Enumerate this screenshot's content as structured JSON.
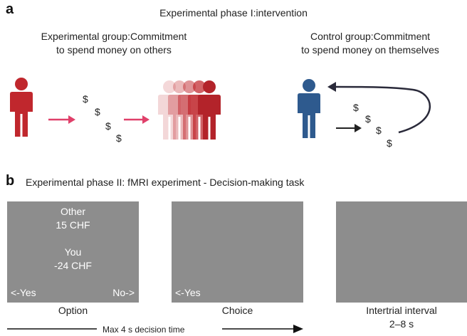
{
  "panel_a": {
    "letter": "a",
    "title": "Experimental phase I:intervention",
    "experimental": {
      "line1": "Experimental group:Commitment",
      "line2": "to spend money on others",
      "dollar_sign": "$",
      "color": "#c0272d"
    },
    "control": {
      "line1": "Control group:Commitment",
      "line2": "to spend money on themselves",
      "dollar_sign": "$",
      "color": "#2e5a8e"
    },
    "arrow_color": "#e0406a"
  },
  "panel_b": {
    "letter": "b",
    "title": "Experimental phase II: fMRI experiment - Decision-making task",
    "screens": [
      {
        "caption": "Option",
        "other_label": "Other",
        "other_value": "15 CHF",
        "you_label": "You",
        "you_value": "-24 CHF",
        "yes_label": "<-Yes",
        "no_label": "No->"
      },
      {
        "caption": "Choice",
        "yes_label": "<-Yes"
      },
      {
        "caption": "Intertrial interval",
        "duration": "2–8 s"
      }
    ],
    "timeline_label": "Max 4 s decision time",
    "screen_color": "#8d8d8d"
  }
}
